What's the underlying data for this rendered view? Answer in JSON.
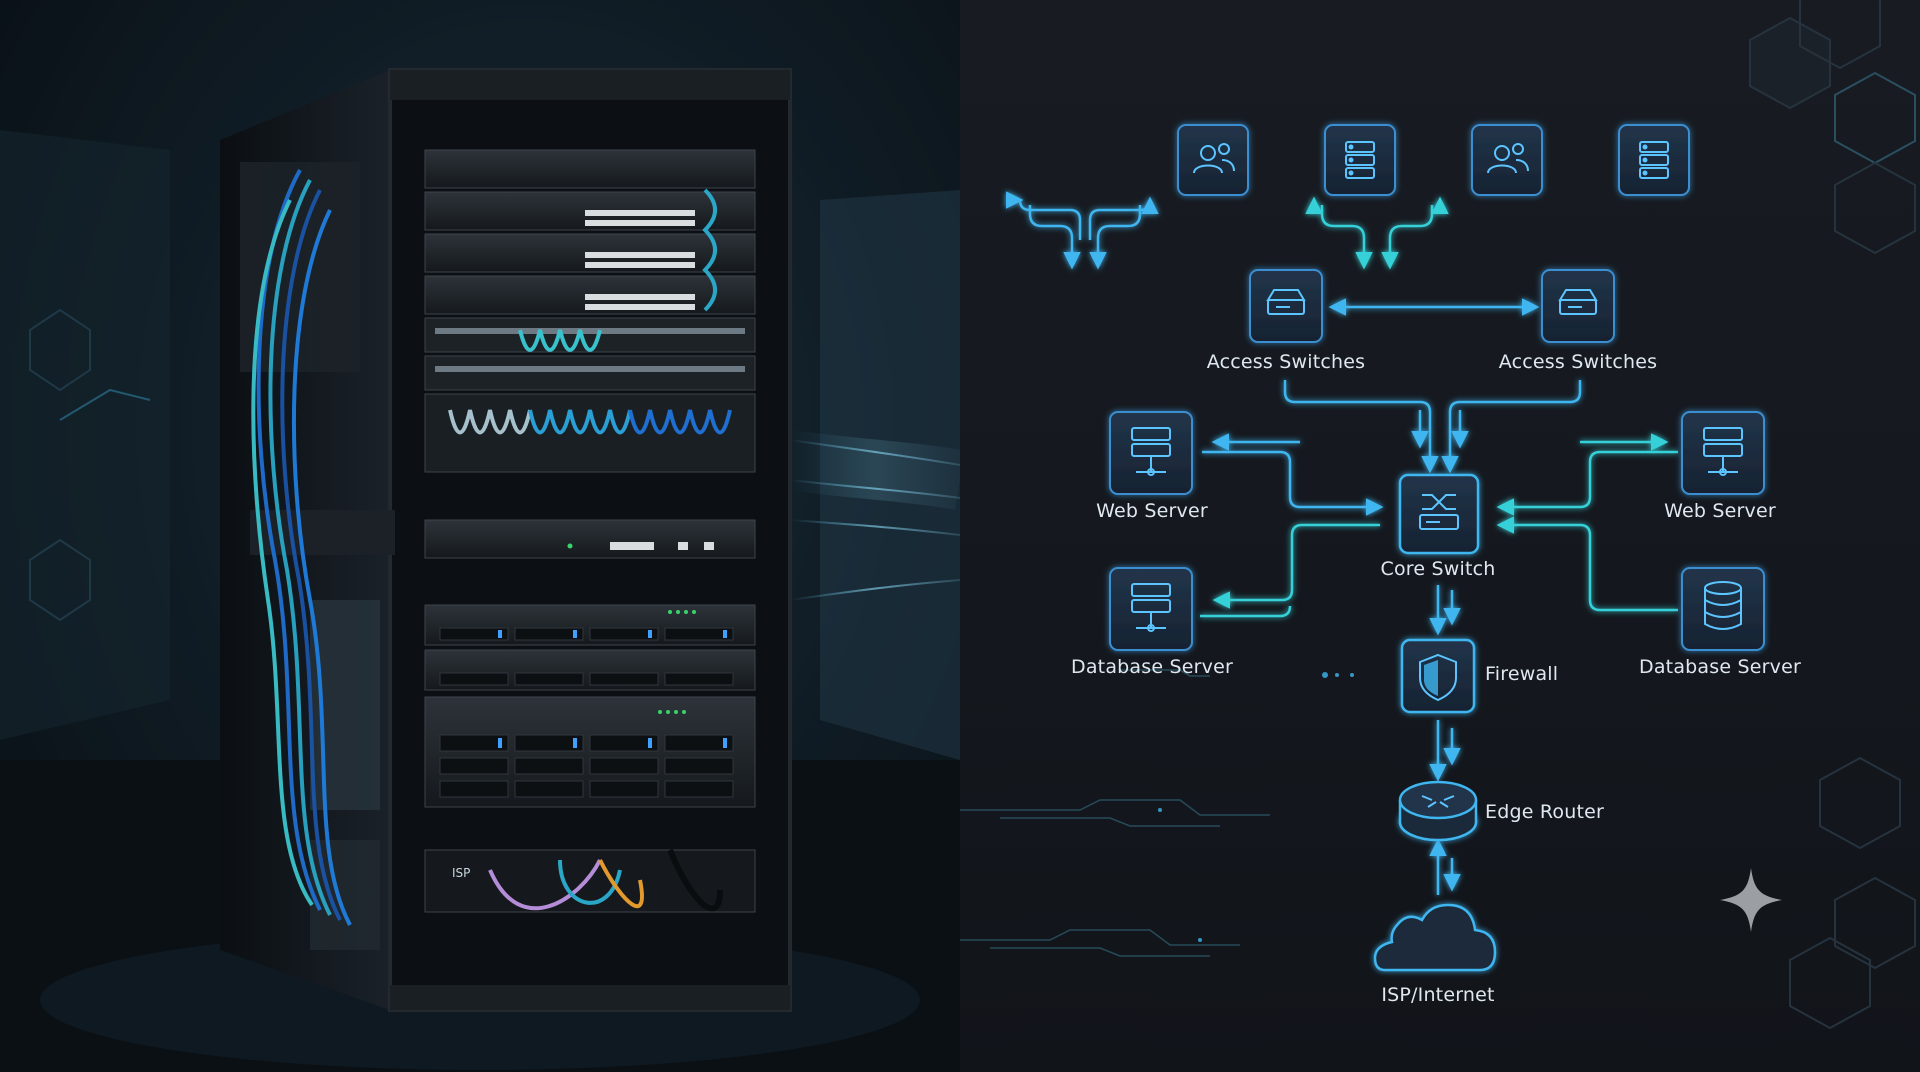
{
  "rack": {
    "isp_tag": "ISP"
  },
  "diagram": {
    "nodes": {
      "users_left": {
        "icon": "users-icon"
      },
      "storage_left": {
        "icon": "server-stack-icon"
      },
      "users_right": {
        "icon": "users-icon"
      },
      "storage_right": {
        "icon": "server-stack-icon"
      },
      "access_switch_left": {
        "label": "Access Switches",
        "icon": "switch-icon"
      },
      "access_switch_right": {
        "label": "Access Switches",
        "icon": "switch-icon"
      },
      "web_server_left": {
        "label": "Web Server",
        "icon": "server-icon"
      },
      "web_server_right": {
        "label": "Web Server",
        "icon": "server-icon"
      },
      "core_switch": {
        "label": "Core Switch",
        "icon": "core-switch-icon"
      },
      "db_server_left": {
        "label": "Database Server",
        "icon": "server-icon"
      },
      "db_server_right": {
        "label": "Database Server",
        "icon": "database-icon"
      },
      "firewall": {
        "label": "Firewall",
        "icon": "shield-icon"
      },
      "edge_router": {
        "label": "Edge Router",
        "icon": "router-icon"
      },
      "isp_internet": {
        "label": "ISP/Internet",
        "icon": "cloud-icon"
      }
    },
    "colors": {
      "accent": "#3fb6f0",
      "accent_teal": "#35d0d8",
      "node_fill": "#1b2a3a",
      "node_stroke": "#3a8fd0"
    }
  }
}
